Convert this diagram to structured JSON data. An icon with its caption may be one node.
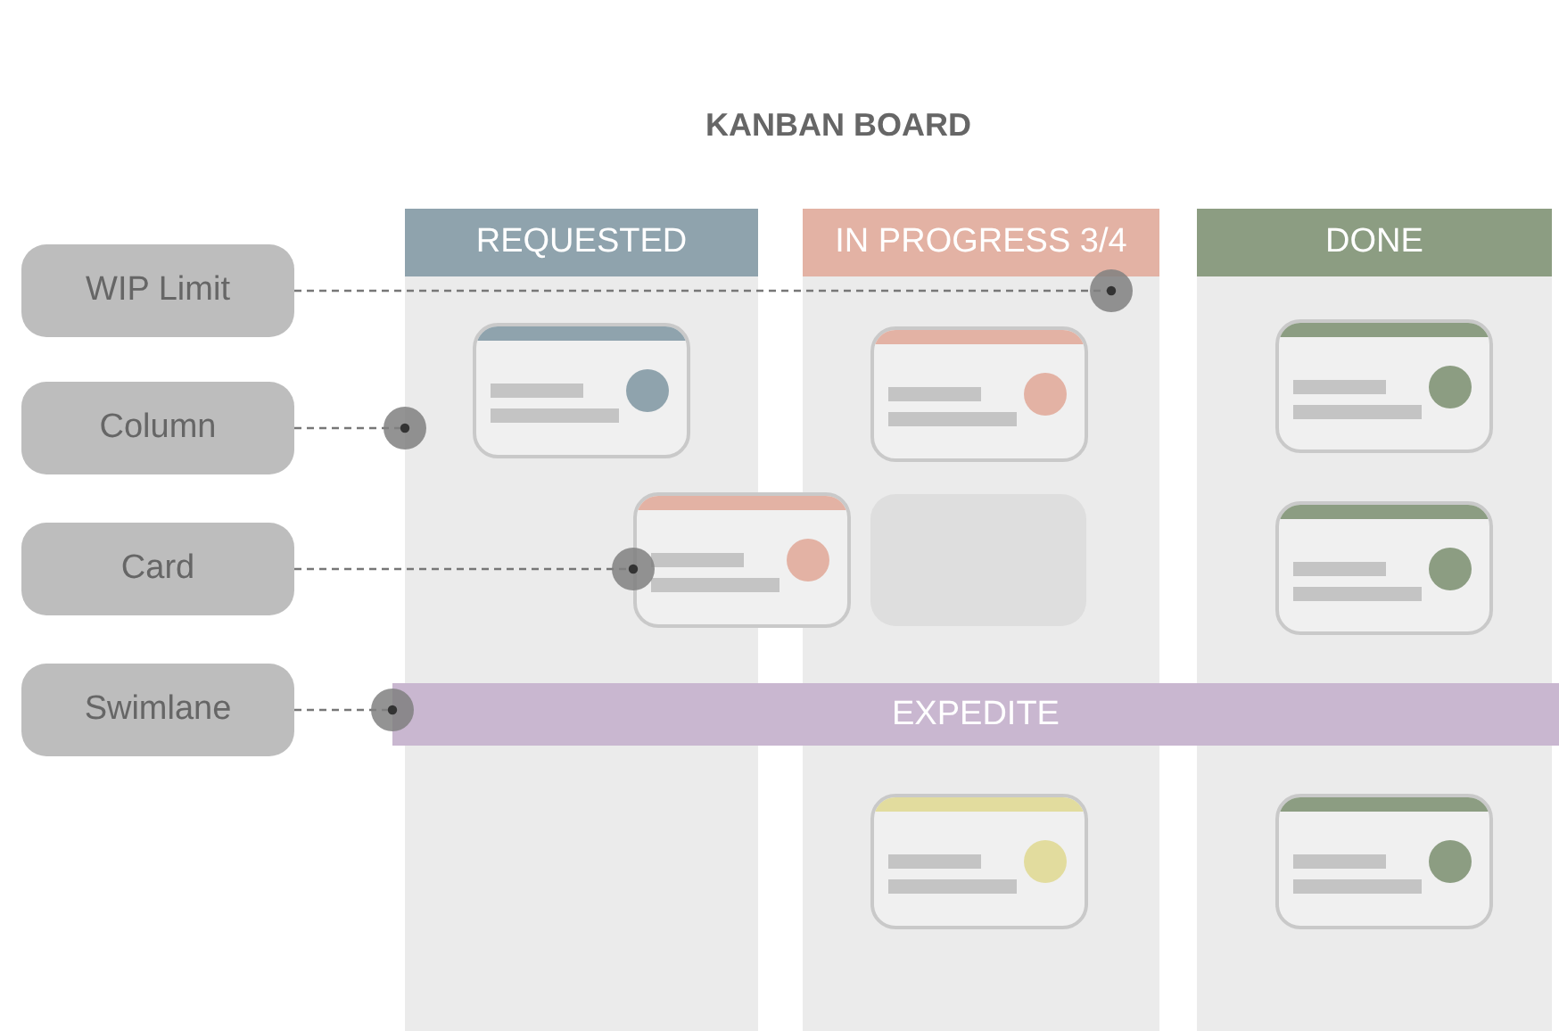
{
  "diagram": {
    "title": "KANBAN BOARD",
    "nodes": [
      {
        "text": [
          "REQUESTED"
        ]
      },
      {
        "text": [
          "IN PROGRESS 3/4"
        ]
      },
      {
        "text": [
          "DONE"
        ]
      },
      {
        "text": [
          "WIP Limit"
        ]
      },
      {
        "text": [
          "Column"
        ]
      },
      {
        "text": [
          "Card"
        ]
      },
      {
        "text": [
          "Swimlane"
        ]
      },
      {
        "text": [
          "EXPEDITE"
        ]
      },
      {
        "text": [],
        "shape": "box",
        "in": 0
      },
      {
        "text": [],
        "shape": "box",
        "in": 1
      },
      {
        "text": [],
        "shape": "box",
        "in": 2
      },
      {
        "text": [],
        "shape": "box"
      },
      {
        "text": [],
        "shape": "box",
        "in": 1
      },
      {
        "text": [],
        "shape": "box",
        "in": 2
      },
      {
        "text": [],
        "shape": "box",
        "in": 1
      },
      {
        "text": [],
        "shape": "box",
        "in": 2
      }
    ],
    "edges": [
      {
        "from": 3,
        "to": 1,
        "arrow": "other",
        "style": "dashed"
      },
      {
        "from": 4,
        "to": 0,
        "arrow": "other",
        "style": "dashed"
      },
      {
        "from": 5,
        "to": 11,
        "arrow": "other",
        "style": "dashed"
      },
      {
        "from": 6,
        "to": 7,
        "arrow": "other",
        "style": "dashed"
      }
    ]
  }
}
